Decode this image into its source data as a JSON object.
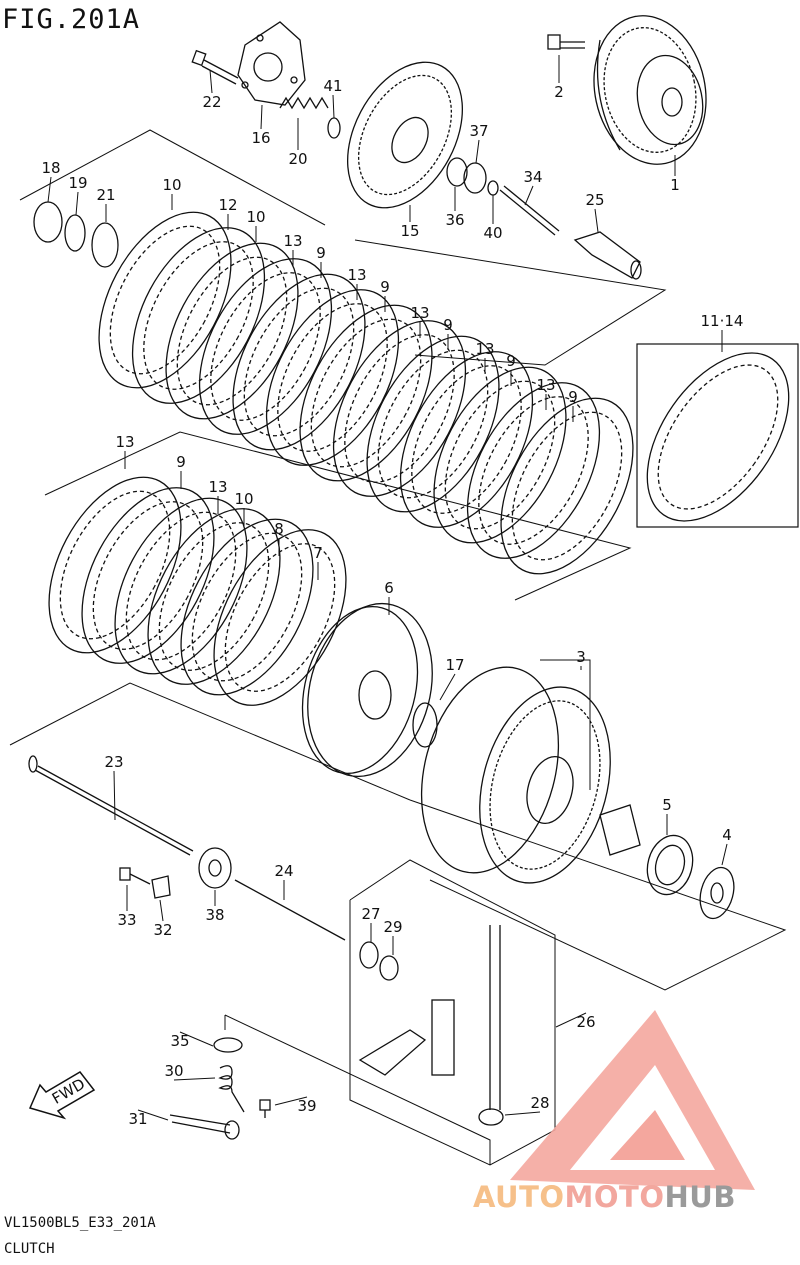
{
  "title": "FIG.201A",
  "footer": {
    "code": "VL1500BL5_E33_201A",
    "name": "CLUTCH"
  },
  "inset_label": "11·14",
  "fwd_label": "FWD",
  "watermark": {
    "auto": "AUTO",
    "moto": "MOTO",
    "hub": "HUB",
    "color_logo": "#f08a80"
  },
  "callouts": [
    "1",
    "2",
    "3",
    "4",
    "5",
    "6",
    "7",
    "8",
    "9",
    "10",
    "12",
    "13",
    "15",
    "16",
    "17",
    "18",
    "19",
    "20",
    "21",
    "22",
    "23",
    "24",
    "25",
    "26",
    "27",
    "28",
    "29",
    "30",
    "31",
    "32",
    "33",
    "34",
    "35",
    "36",
    "37",
    "38",
    "39",
    "40",
    "41"
  ],
  "stack_callouts": {
    "top_plates": [
      "10",
      "12",
      "10",
      "13",
      "9",
      "13",
      "9",
      "13",
      "9",
      "13",
      "9",
      "13",
      "9"
    ],
    "mid_plates": [
      "13",
      "9",
      "13",
      "10",
      "8",
      "7",
      "6"
    ]
  }
}
